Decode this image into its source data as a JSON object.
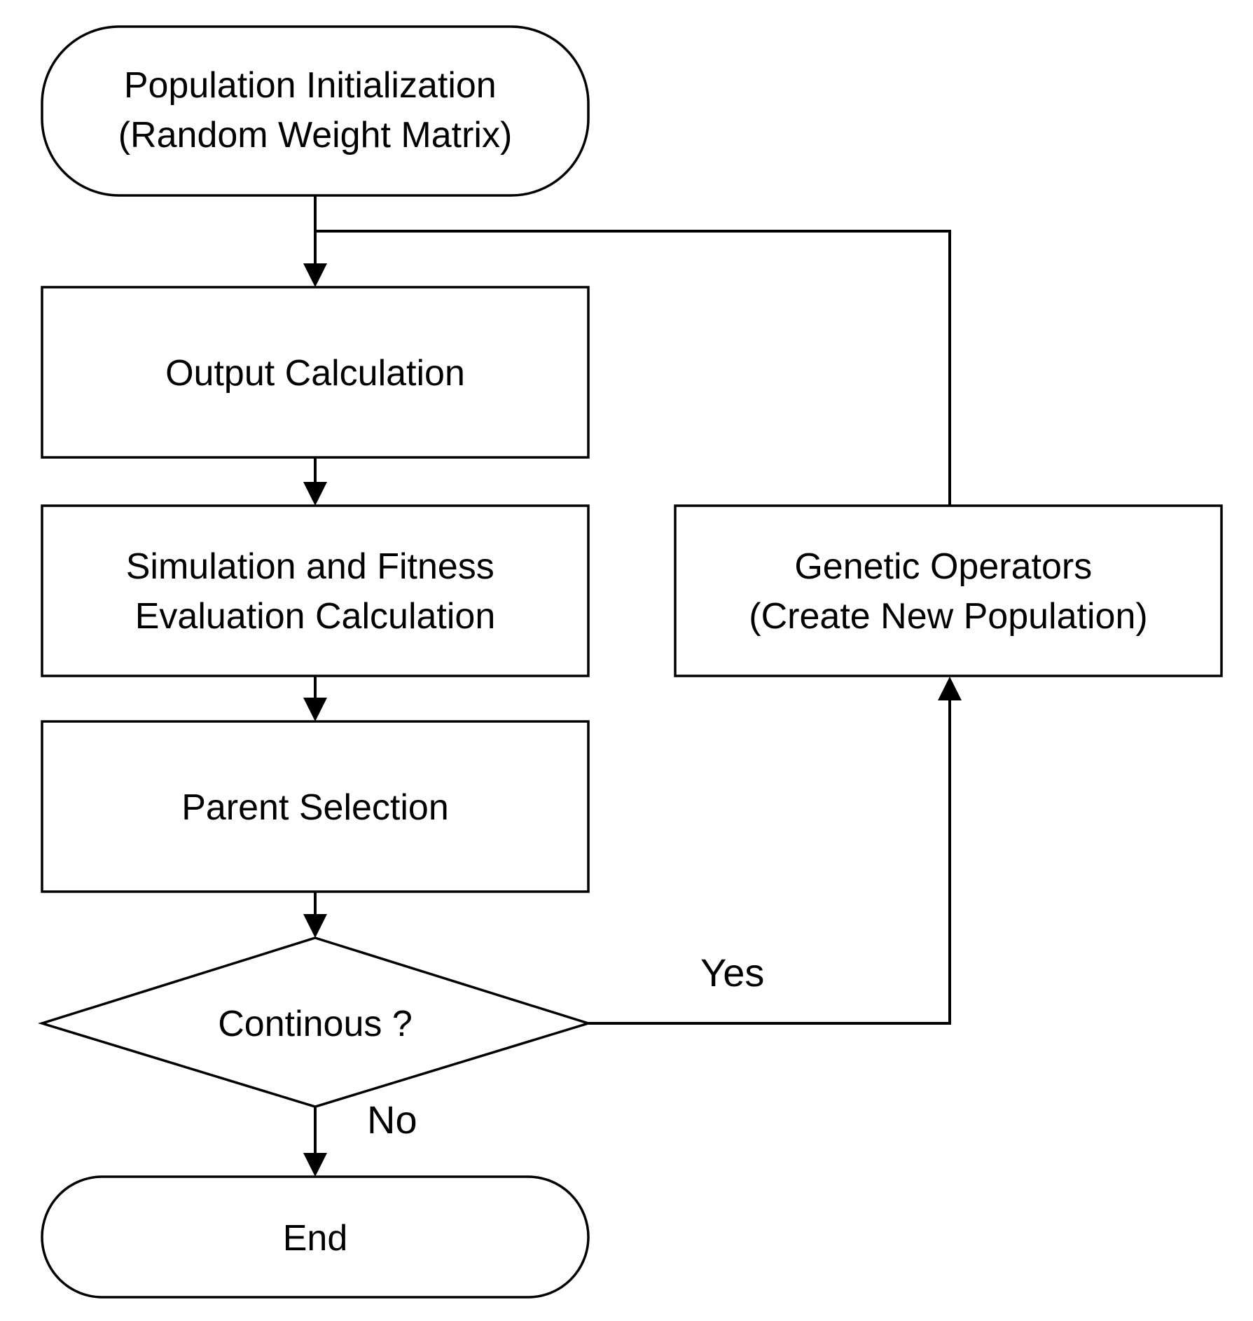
{
  "nodes": {
    "start": {
      "shape": "terminator",
      "lines": [
        "Population Initialization",
        "(Random Weight Matrix)"
      ]
    },
    "output_calc": {
      "shape": "process",
      "lines": [
        "Output Calculation"
      ]
    },
    "simulation": {
      "shape": "process",
      "lines": [
        "Simulation and Fitness",
        "Evaluation Calculation"
      ]
    },
    "parent_selection": {
      "shape": "process",
      "lines": [
        "Parent Selection"
      ]
    },
    "decision": {
      "shape": "decision",
      "lines": [
        "Continous ?"
      ]
    },
    "genetic_operators": {
      "shape": "process",
      "lines": [
        "Genetic Operators",
        "(Create New Population)"
      ]
    },
    "end": {
      "shape": "terminator",
      "lines": [
        "End"
      ]
    }
  },
  "edges": {
    "yes_label": "Yes",
    "no_label": "No"
  },
  "colors": {
    "stroke": "#000000",
    "fill": "#ffffff",
    "text": "#000000"
  }
}
